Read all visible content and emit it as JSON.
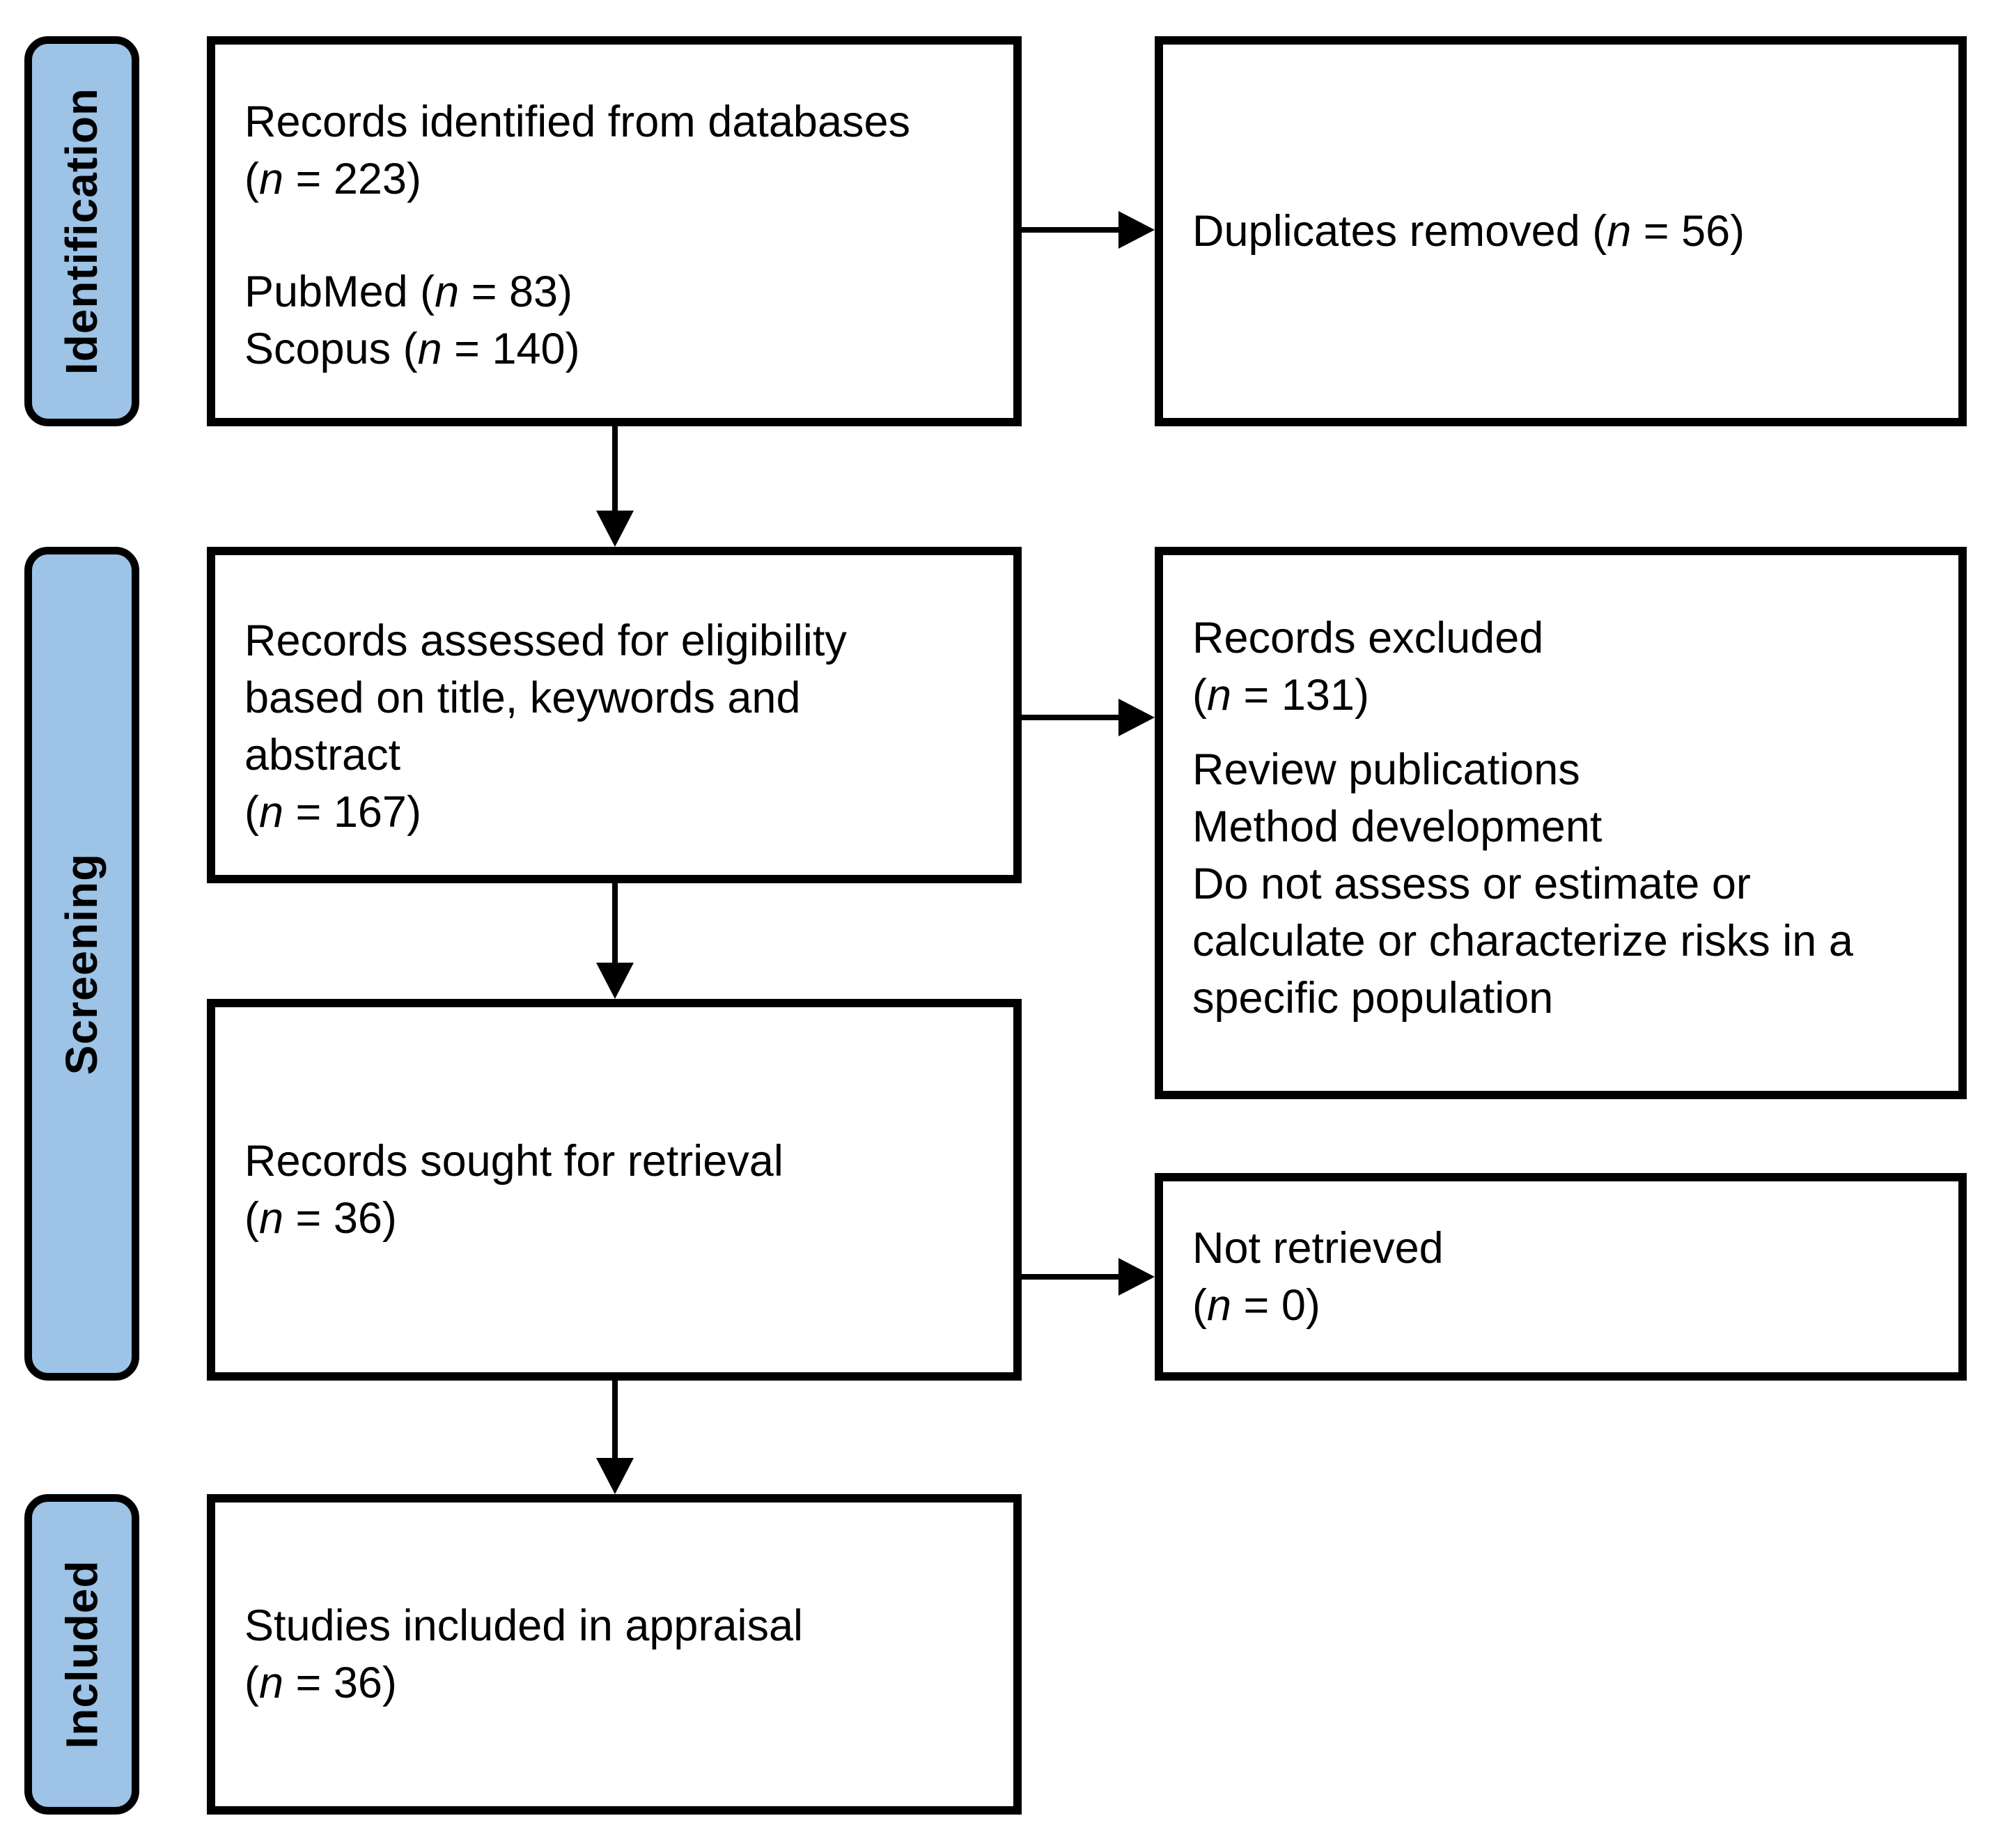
{
  "stages": {
    "identification": "Identification",
    "screening": "Screening",
    "included": "Included"
  },
  "boxes": {
    "identified": {
      "lines": [
        "Records identified from databases",
        "(n = 223)"
      ],
      "sources": [
        "PubMed (n = 83)",
        "Scopus (n = 140)"
      ]
    },
    "duplicates": {
      "lines": [
        "Duplicates removed (n = 56)"
      ]
    },
    "assessed": {
      "lines": [
        "Records assessed for eligibility",
        "based on title, keywords and",
        "abstract",
        "(n = 167)"
      ]
    },
    "excluded": {
      "lines": [
        "Records excluded",
        "(n = 131)"
      ],
      "reasons": [
        "Review publications",
        "Method development",
        "Do not assess or estimate or",
        "calculate or characterize risks in a",
        "specific population"
      ]
    },
    "sought": {
      "lines": [
        "Records sought for retrieval",
        "(n = 36)"
      ]
    },
    "not_retrieved": {
      "lines": [
        "Not retrieved",
        "(n = 0)"
      ]
    },
    "included_appraisal": {
      "lines": [
        "Studies included in appraisal",
        "(n = 36)"
      ]
    }
  },
  "colors": {
    "stage_fill": "#9DC3E6",
    "border": "#000000",
    "box_fill": "#FFFFFF",
    "text": "#000000"
  }
}
